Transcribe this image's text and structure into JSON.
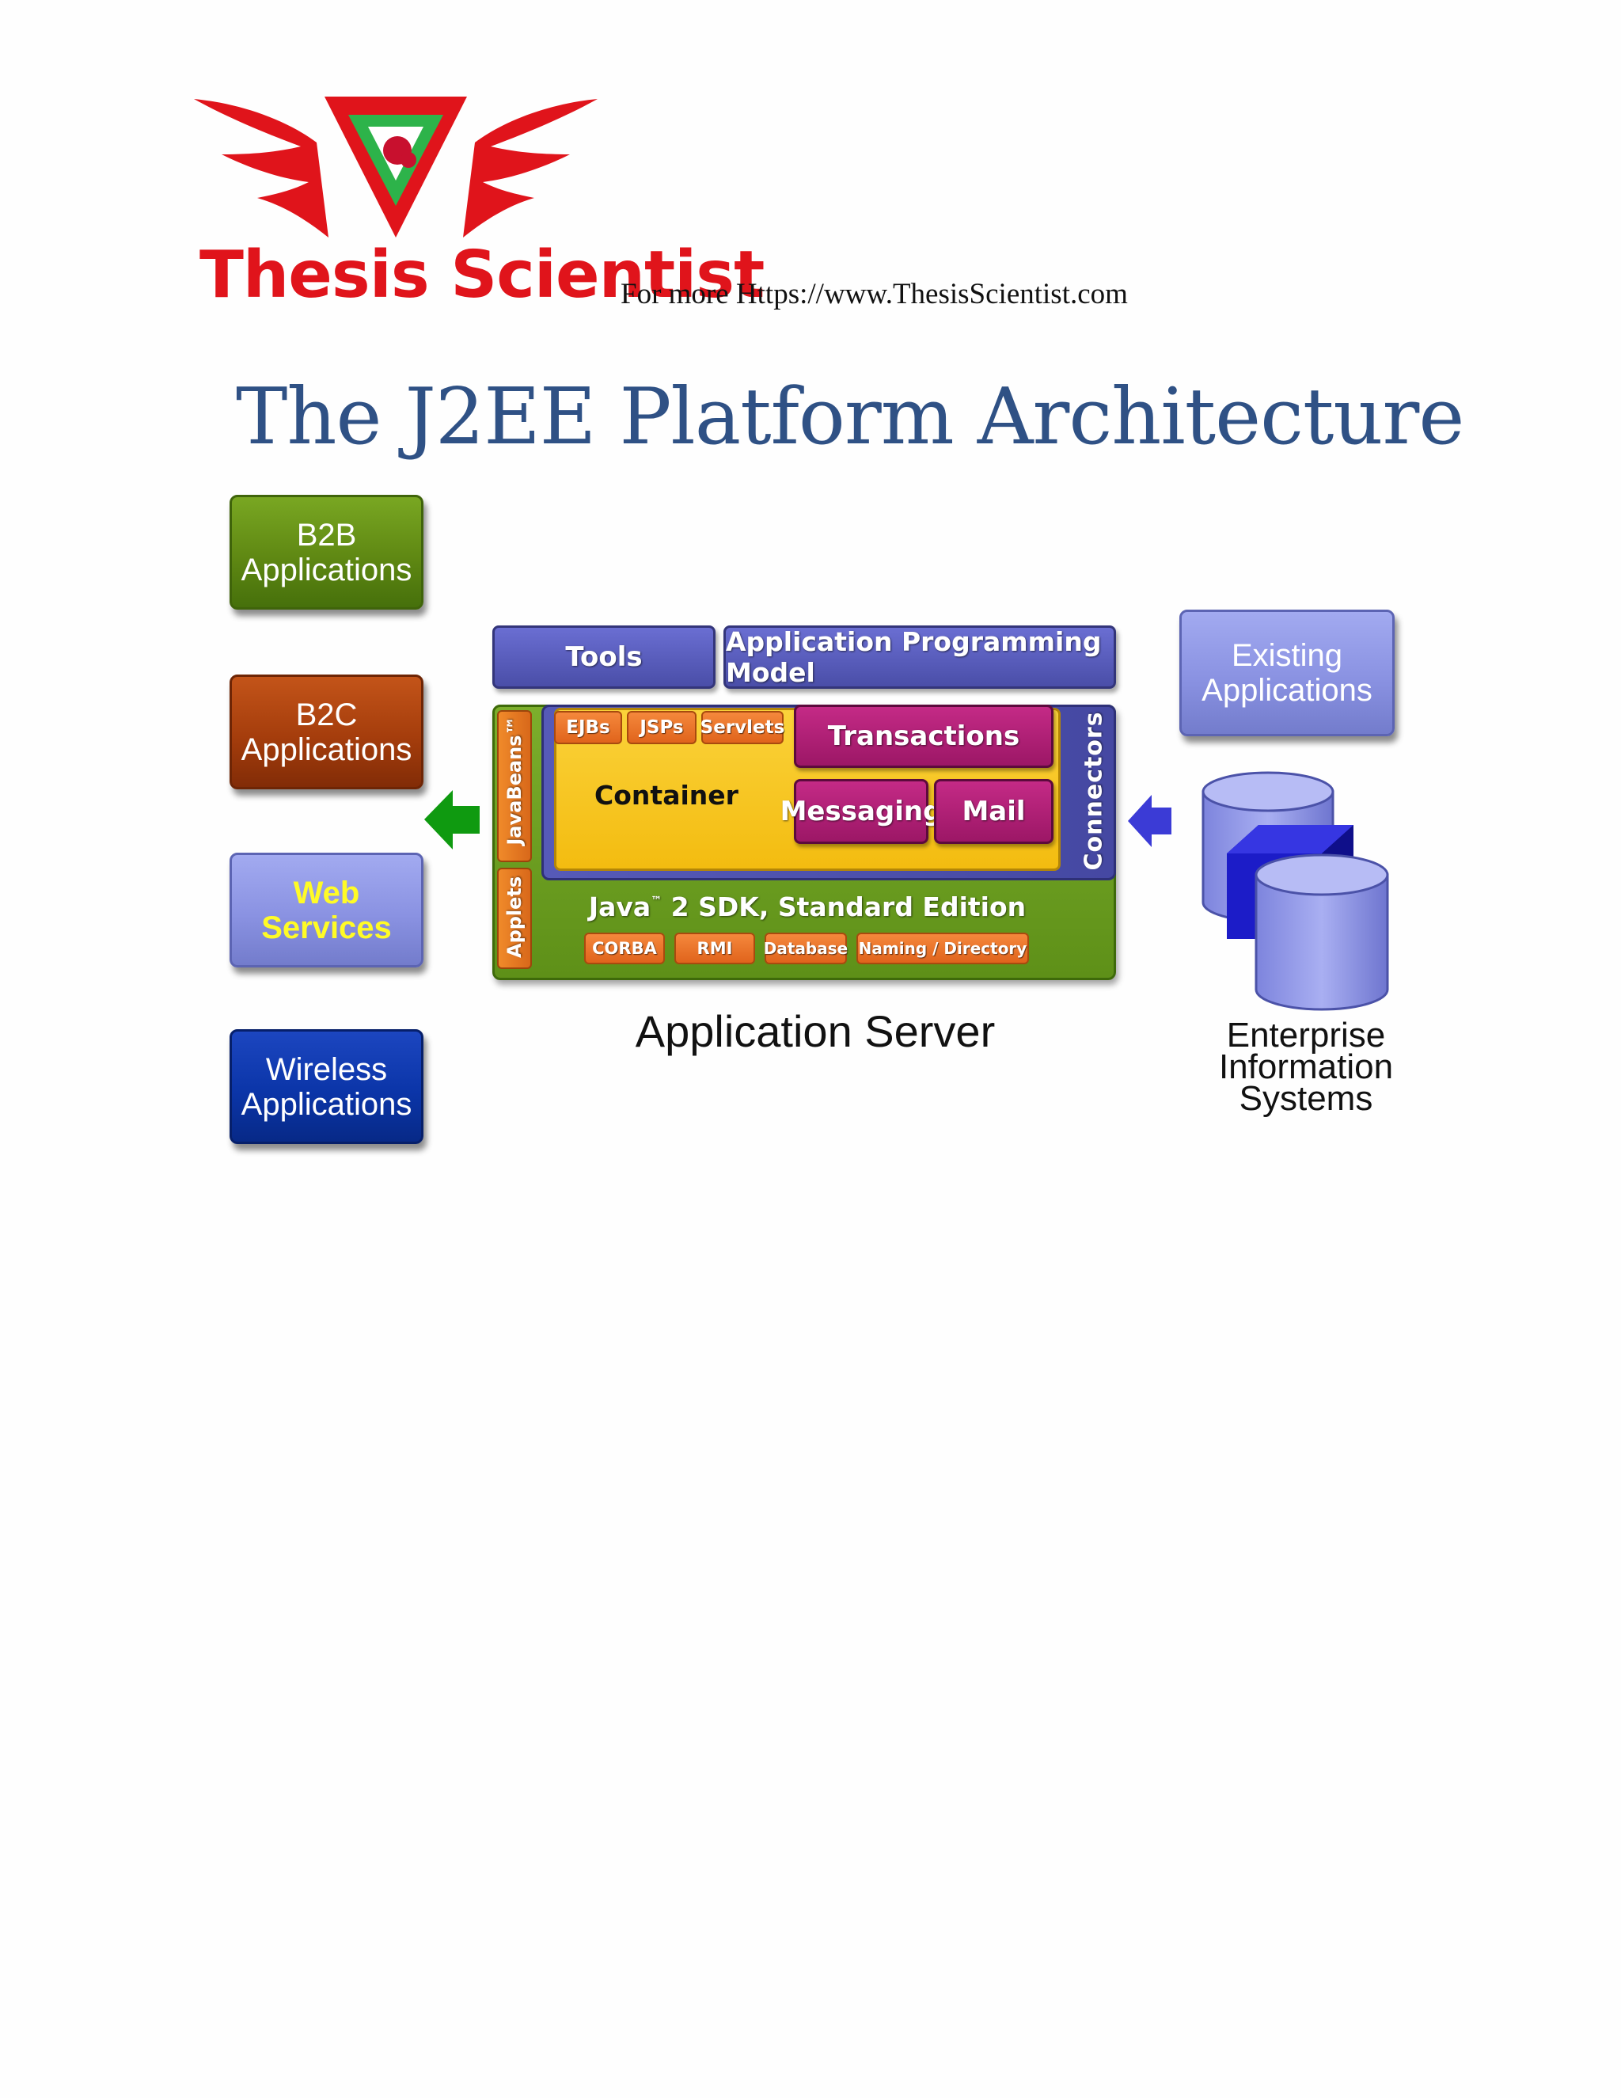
{
  "header": {
    "logo_text": "Thesis Scientist",
    "for_more": "For more  Https://www.ThesisScientist.com"
  },
  "title": "The J2EE Platform Architecture",
  "clients": [
    {
      "line1": "B2B",
      "line2": "Applications"
    },
    {
      "line1": "B2C",
      "line2": "Applications"
    },
    {
      "line1": "Web",
      "line2": "Services"
    },
    {
      "line1": "Wireless",
      "line2": "Applications"
    }
  ],
  "server": {
    "tools": "Tools",
    "apm": "Application Programming Model",
    "javabeans": "JavaBeans™",
    "applets": "Applets",
    "connectors": "Connectors",
    "container_chips": [
      "EJBs",
      "JSPs",
      "Servlets"
    ],
    "container": "Container",
    "transactions": "Transactions",
    "messaging": "Messaging",
    "mail": "Mail",
    "sdk_java": "Java",
    "sdk_tm": "™",
    "sdk_rest": " 2 SDK, Standard Edition",
    "sdk_chips": [
      "CORBA",
      "RMI",
      "Database",
      "Naming / Directory"
    ],
    "label": "Application Server"
  },
  "existing": {
    "line1": "Existing",
    "line2": "Applications"
  },
  "eis": {
    "line1": "Enterprise",
    "line2": "Information",
    "line3": "Systems"
  },
  "colors": {
    "brand_red": "#e0141b",
    "title_blue": "#2f5185",
    "arrow_green": "#0f9a10",
    "arrow_blue": "#3b3bd6"
  }
}
